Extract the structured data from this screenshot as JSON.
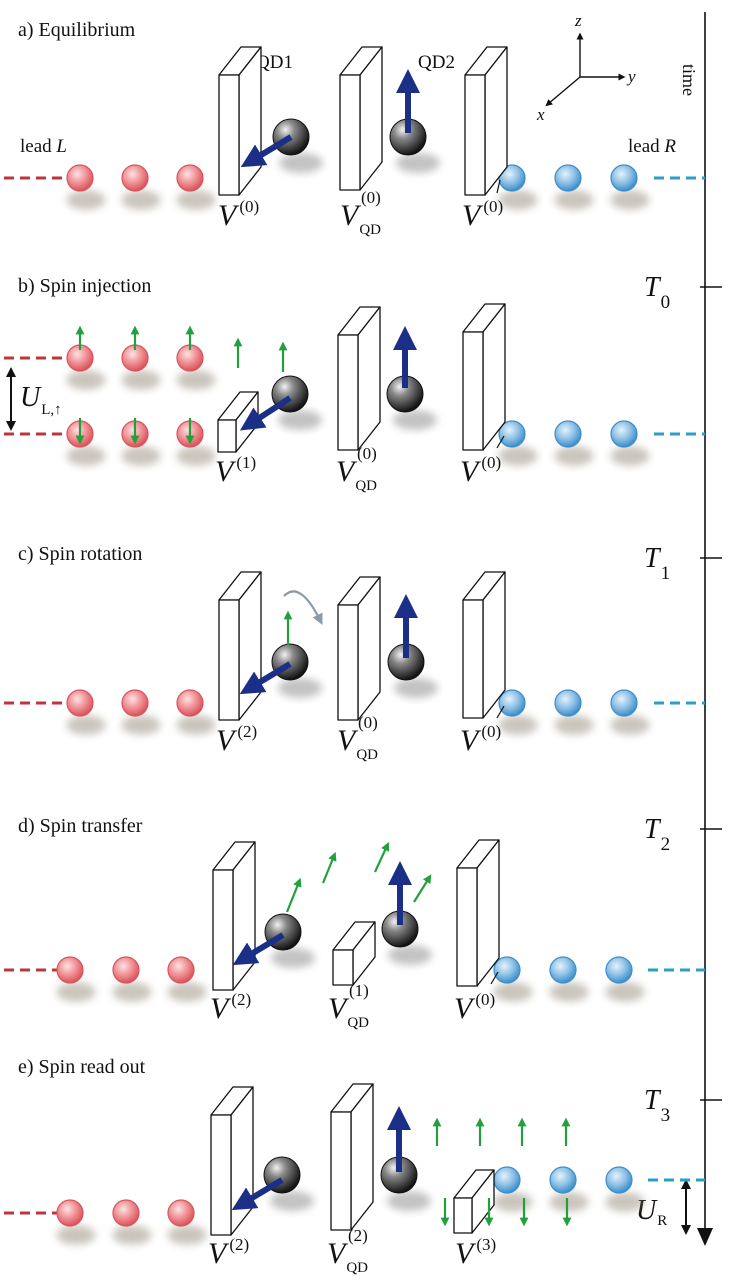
{
  "axes": {
    "z": "z",
    "y": "y",
    "x": "x"
  },
  "time_label": "time",
  "time_marks": [
    {
      "main": "T",
      "sub": "0"
    },
    {
      "main": "T",
      "sub": "1"
    },
    {
      "main": "T",
      "sub": "2"
    },
    {
      "main": "T",
      "sub": "3"
    }
  ],
  "panels": [
    {
      "title": "a) Equilibrium",
      "lead_left_main": "lead ",
      "lead_left_sym": "L",
      "lead_right_main": "lead ",
      "lead_right_sym": "R",
      "qd1": "QD1",
      "qd2": "QD2",
      "barriers": [
        {
          "main": "V",
          "sub": "",
          "sup": "(0)"
        },
        {
          "main": "V",
          "sub": "QD",
          "sup": "(0)"
        },
        {
          "main": "V",
          "sub": "",
          "sup": "(0)"
        }
      ]
    },
    {
      "title": "b) Spin injection",
      "bias_main": "U",
      "bias_sub": "L,↑",
      "barriers": [
        {
          "main": "V",
          "sub": "",
          "sup": "(1)"
        },
        {
          "main": "V",
          "sub": "QD",
          "sup": "(0)"
        },
        {
          "main": "V",
          "sub": "",
          "sup": "(0)"
        }
      ]
    },
    {
      "title": "c) Spin rotation",
      "barriers": [
        {
          "main": "V",
          "sub": "",
          "sup": "(2)"
        },
        {
          "main": "V",
          "sub": "QD",
          "sup": "(0)"
        },
        {
          "main": "V",
          "sub": "",
          "sup": "(0)"
        }
      ]
    },
    {
      "title": "d) Spin transfer",
      "barriers": [
        {
          "main": "V",
          "sub": "",
          "sup": "(2)"
        },
        {
          "main": "V",
          "sub": "QD",
          "sup": "(1)"
        },
        {
          "main": "V",
          "sub": "",
          "sup": "(0)"
        }
      ]
    },
    {
      "title": "e) Spin read out",
      "bias_main": "U",
      "bias_sub": "R",
      "barriers": [
        {
          "main": "V",
          "sub": "",
          "sup": "(2)"
        },
        {
          "main": "V",
          "sub": "QD",
          "sup": "(2)"
        },
        {
          "main": "V",
          "sub": "",
          "sup": "(3)"
        }
      ]
    }
  ],
  "colors": {
    "lead_left": "#e8767c",
    "lead_right": "#5fa8d8",
    "lead_left_line": "#c0343c",
    "lead_right_line": "#2a9fc0",
    "spin": "#1b2f86",
    "electron_spin": "#21a03c",
    "rotation_arrow": "#8a9aa6"
  }
}
